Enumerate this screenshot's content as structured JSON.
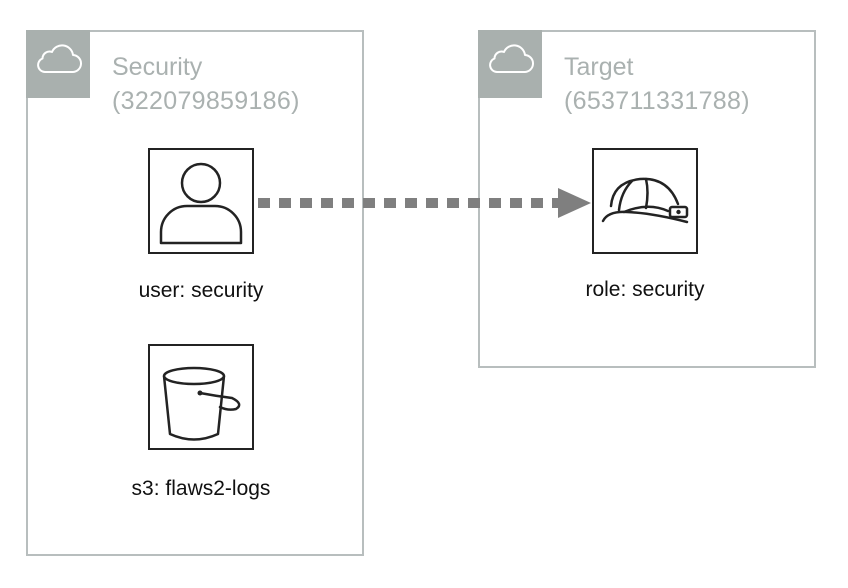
{
  "accounts": [
    {
      "name": "Security",
      "id": "(322079859186)",
      "icon": "cloud-icon",
      "resources": [
        {
          "label": "user: security",
          "icon": "user-icon"
        },
        {
          "label": "s3: flaws2-logs",
          "icon": "bucket-icon"
        }
      ]
    },
    {
      "name": "Target",
      "id": "(653711331788)",
      "icon": "cloud-icon",
      "resources": [
        {
          "label": "role: security",
          "icon": "hardhat-icon"
        }
      ]
    }
  ],
  "colors": {
    "account_border": "#b8bebe",
    "account_tab": "#a9b0ae",
    "account_text": "#aab1b0",
    "arrow": "#7f7f7f",
    "icon_stroke": "#232323"
  }
}
